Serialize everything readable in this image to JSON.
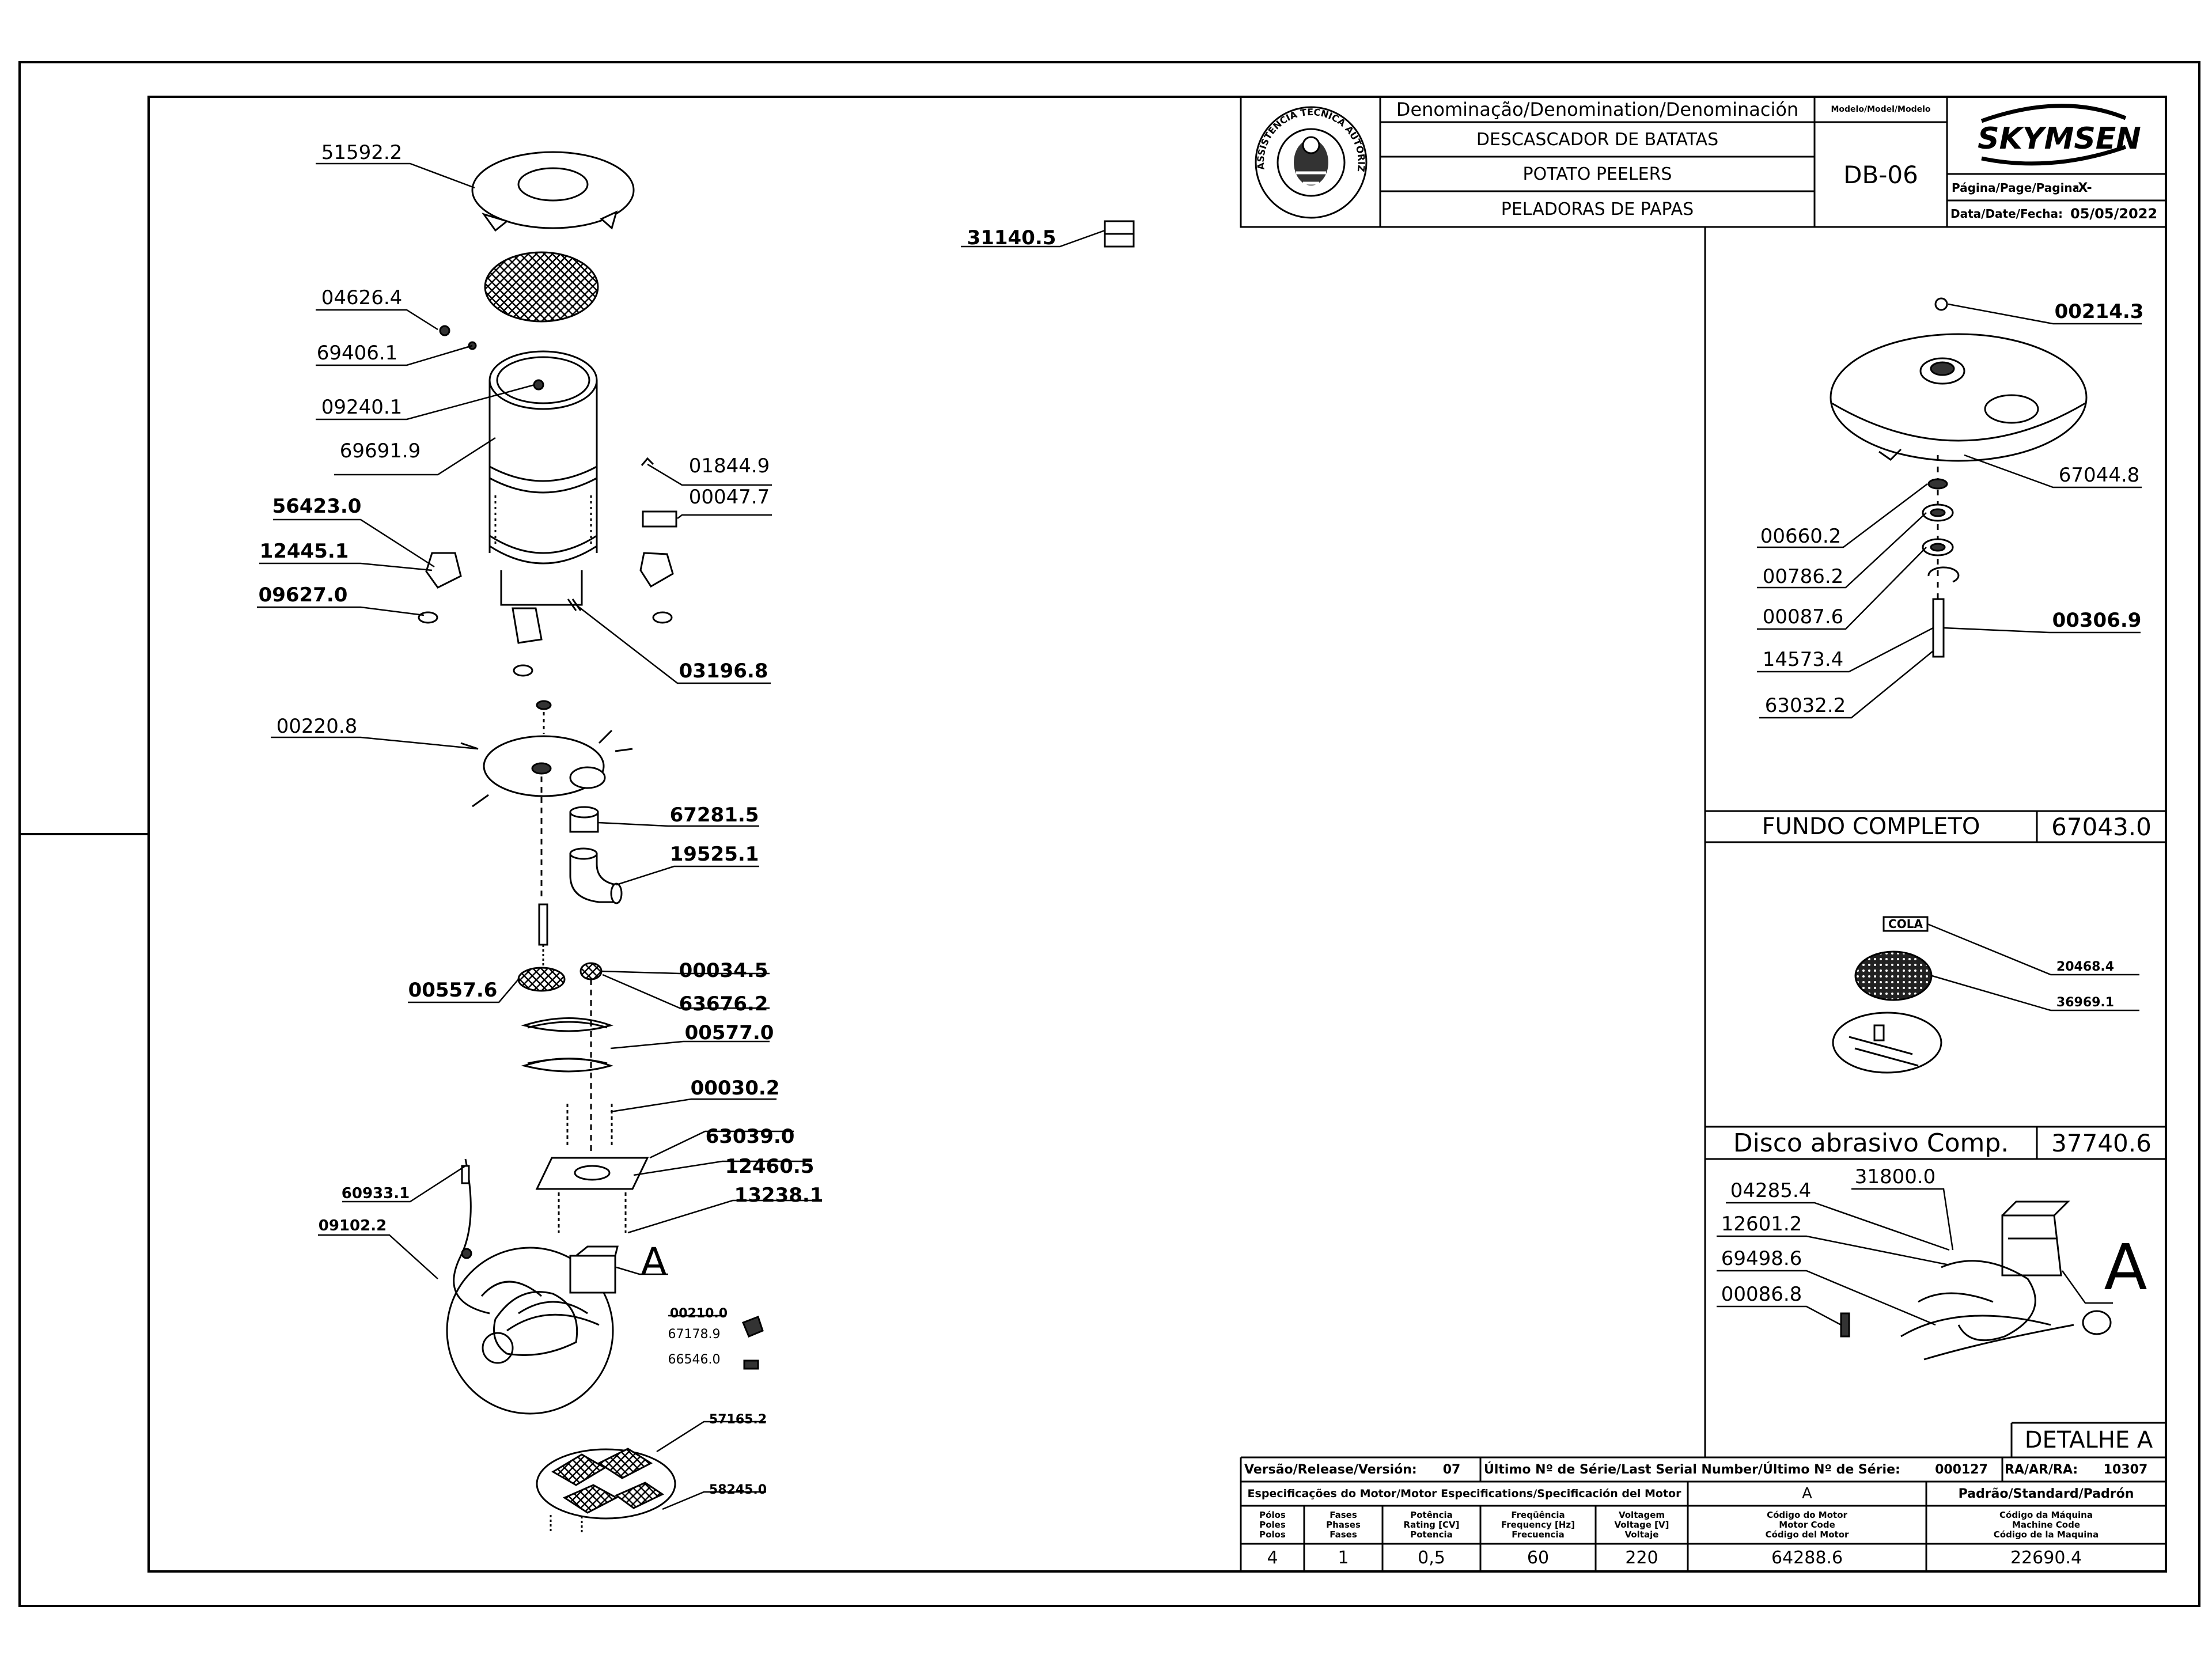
{
  "title_block": {
    "denomination_header": "Denominação/Denomination/Denominación",
    "names": [
      "DESCASCADOR DE BATATAS",
      "POTATO PEELERS",
      "PELADORAS DE PAPAS"
    ],
    "model_header": "Modelo/Model/Modelo",
    "model": "DB-06",
    "brand": "SKYMSEN",
    "seal_text": "ASSISTÊNCIA TÉCNICA AUTORIZADA",
    "page_label": "Página/Page/Pagina:",
    "page_value": "-X-",
    "date_label": "Data/Date/Fecha:",
    "date_value": "05/05/2022"
  },
  "footer": {
    "version_label": "Versão/Release/Versión:",
    "version_value": "07",
    "serial_label": "Último Nº de Série/Last Serial Number/Último Nº de Série:",
    "serial_value": "000127",
    "ra_label": "RA/AR/RA:",
    "ra_value": "10307",
    "motor_spec_label": "Especificações do Motor/Motor Especifications/Specificación del Motor",
    "standard_value": "A",
    "standard_label": "Padrão/Standard/Padrón",
    "headers": [
      [
        "Pólos",
        "Poles",
        "Polos"
      ],
      [
        "Fases",
        "Phases",
        "Fases"
      ],
      [
        "Potência",
        "Rating [CV]",
        "Potencia"
      ],
      [
        "Freqüência",
        "Frequency [Hz]",
        "Frecuencia"
      ],
      [
        "Voltagem",
        "Voltage [V]",
        "Voltaje"
      ],
      [
        "Código do Motor",
        "Motor Code",
        "Código del Motor"
      ],
      [
        "Código da Máquina",
        "Machine Code",
        "Código de la Maquina"
      ]
    ],
    "values": [
      "4",
      "1",
      "0,5",
      "60",
      "220",
      "64288.6",
      "22690.4"
    ]
  },
  "panels": {
    "fundo_title": "FUNDO  COMPLETO",
    "fundo_code": "67043.0",
    "disco_title": "Disco abrasivo Comp.",
    "disco_code": "37740.6",
    "detalhe_title": "DETALHE  A",
    "cola_label": "COLA",
    "detail_marker": "A"
  },
  "left_labels": {
    "p51592_2": "51592.2",
    "p04626_4": "04626.4",
    "p69406_1": "69406.1",
    "p09240_1": "09240.1",
    "p69691_9": "69691.9",
    "p56423_0": "56423.0",
    "p12445_1": "12445.1",
    "p09627_0": "09627.0",
    "p01844_9": "01844.9",
    "p00047_7": "00047.7",
    "p03196_8": "03196.8",
    "p31140_5": "31140.5",
    "p00220_8": "00220.8",
    "p67281_5": "67281.5",
    "p19525_1": "19525.1",
    "p00557_6": "00557.6",
    "p00034_5": "00034.5",
    "p63676_2": "63676.2",
    "p00577_0": "00577.0",
    "p00030_2": "00030.2",
    "p63039_0": "63039.0",
    "p12460_5": "12460.5",
    "p13238_1": "13238.1",
    "p60933_1": "60933.1",
    "p09102_2": "09102.2",
    "p00210_0": "00210.0",
    "p67178_9": "67178.9",
    "p66546_0": "66546.0",
    "p57165_2": "57165.2",
    "p58245_0": "58245.0"
  },
  "right_labels": {
    "p00214_3": "00214.3",
    "p67044_8": "67044.8",
    "p00660_2": "00660.2",
    "p00786_2": "00786.2",
    "p00087_6": "00087.6",
    "p00306_9": "00306.9",
    "p14573_4": "14573.4",
    "p63032_2": "63032.2",
    "p20468_4": "20468.4",
    "p36969_1": "36969.1",
    "p04285_4": "04285.4",
    "p31800_0": "31800.0",
    "p12601_2": "12601.2",
    "p69498_6": "69498.6",
    "p00086_8": "00086.8"
  }
}
